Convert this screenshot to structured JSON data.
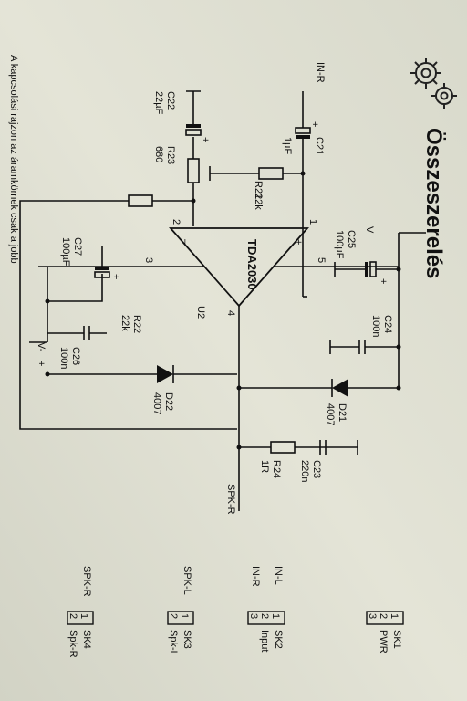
{
  "heading": "Összeszerelés",
  "body_fragment": "A kapcsolási rajzon az áramkörnek csak a jobb",
  "ic": {
    "name": "TDA2030",
    "ref": "U2",
    "pins": [
      "1",
      "2",
      "3",
      "4",
      "5"
    ],
    "plus_sign": "+",
    "minus_sign": "–"
  },
  "supply": {
    "vplus": "V",
    "vminus": "V-",
    "gnd_plus": "+"
  },
  "input_label": "IN-R",
  "output_label": "SPK-R",
  "components": {
    "c21": {
      "ref": "C21",
      "value": "1µF"
    },
    "c25": {
      "ref": "C25",
      "value": "100µF"
    },
    "c24": {
      "ref": "C24",
      "value": "100n"
    },
    "r21": {
      "ref": "R21",
      "value": "22k"
    },
    "r23": {
      "ref": "R23",
      "value": "680"
    },
    "c22": {
      "ref": "C22",
      "value": "22µF"
    },
    "c27": {
      "ref": "C27",
      "value": "100µF"
    },
    "c26": {
      "ref": "C26",
      "value": "100n"
    },
    "r22": {
      "ref": "R22",
      "value": "22k"
    },
    "d21": {
      "ref": "D21",
      "value": "4007"
    },
    "d22": {
      "ref": "D22",
      "value": "4007"
    },
    "r24": {
      "ref": "R24",
      "value": "1R"
    },
    "c23": {
      "ref": "C23",
      "value": "220n"
    }
  },
  "cap_plus": "+",
  "connectors": [
    {
      "ref": "SK1",
      "name": "PWR",
      "pins": [
        "1",
        "2",
        "3"
      ],
      "signals": []
    },
    {
      "ref": "SK2",
      "name": "Input",
      "pins": [
        "1",
        "2",
        "3"
      ],
      "signals": [
        "IN-L",
        "IN-R"
      ]
    },
    {
      "ref": "SK3",
      "name": "Spk-L",
      "pins": [
        "1",
        "2"
      ],
      "signals": [
        "SPK-L"
      ]
    },
    {
      "ref": "SK4",
      "name": "Spk-R",
      "pins": [
        "1",
        "2"
      ],
      "signals": [
        "SPK-R"
      ]
    }
  ],
  "colors": {
    "paper": "#e2e2d4",
    "ink": "#111111",
    "background": "#2a2b24"
  },
  "icons": [
    "gears-icon"
  ]
}
